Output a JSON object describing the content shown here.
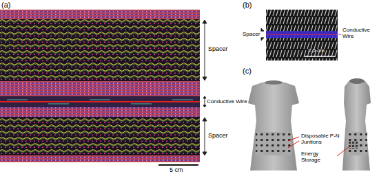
{
  "diagram": {
    "labels": [
      "(a)",
      "Spacer",
      "Conductive Wire",
      "Spacer",
      "5 cm",
      "(b)",
      "Spacer",
      "Conductive Wire",
      "2.5 cm",
      "(c)",
      "Disposable P-N Juntions",
      "Energy Storage"
    ]
  }
}
